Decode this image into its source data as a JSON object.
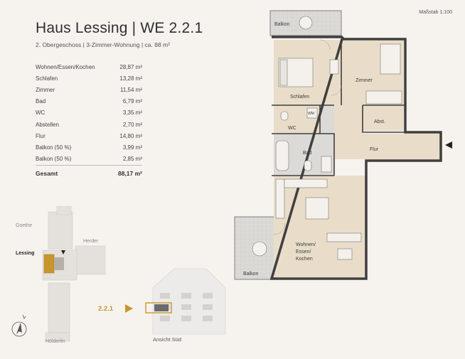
{
  "header": {
    "title": "Haus Lessing | WE 2.2.1",
    "subtitle": "2. Obergeschoss | 3-Zimmer-Wohnung | ca. 88 m²",
    "scale": "Maßstab 1:100"
  },
  "areas": [
    {
      "room": "Wohnen/Essen/Kochen",
      "area": "28,87 m²"
    },
    {
      "room": "Schlafen",
      "area": "13,28 m²"
    },
    {
      "room": "Zimmer",
      "area": "11,54 m²"
    },
    {
      "room": "Bad",
      "area": "6,79 m²"
    },
    {
      "room": "WC",
      "area": "3,35 m²"
    },
    {
      "room": "Abstellen",
      "area": "2,70 m²"
    },
    {
      "room": "Flur",
      "area": "14,80 m²"
    },
    {
      "room": "Balkon (50 %)",
      "area": "3,99 m²"
    },
    {
      "room": "Balkon (50 %)",
      "area": "2,85 m²"
    }
  ],
  "total": {
    "label": "Gesamt",
    "area": "88,17 m²"
  },
  "site": {
    "goethe": "Goethe",
    "herder": "Herder",
    "lessing": "Lessing",
    "hoelderlin": "Hölderlin"
  },
  "plan_labels": {
    "balkon_top": "Balkon",
    "schlafen": "Schlafen",
    "zimmer": "Zimmer",
    "wc": "WC",
    "wm": "WM",
    "abst": "Abst.",
    "bad": "Bad",
    "flur": "Flur",
    "wohnen1": "Wohnen/",
    "wohnen2": "Essen/",
    "wohnen3": "Kochen",
    "balkon_bottom": "Balkon"
  },
  "unit_label": "2.2.1",
  "view_label": "Ansicht Süd",
  "colors": {
    "accent": "#c8962c",
    "floor": "#e9ddc9",
    "wall": "#3f3f3f",
    "background": "#f6f3ef"
  }
}
